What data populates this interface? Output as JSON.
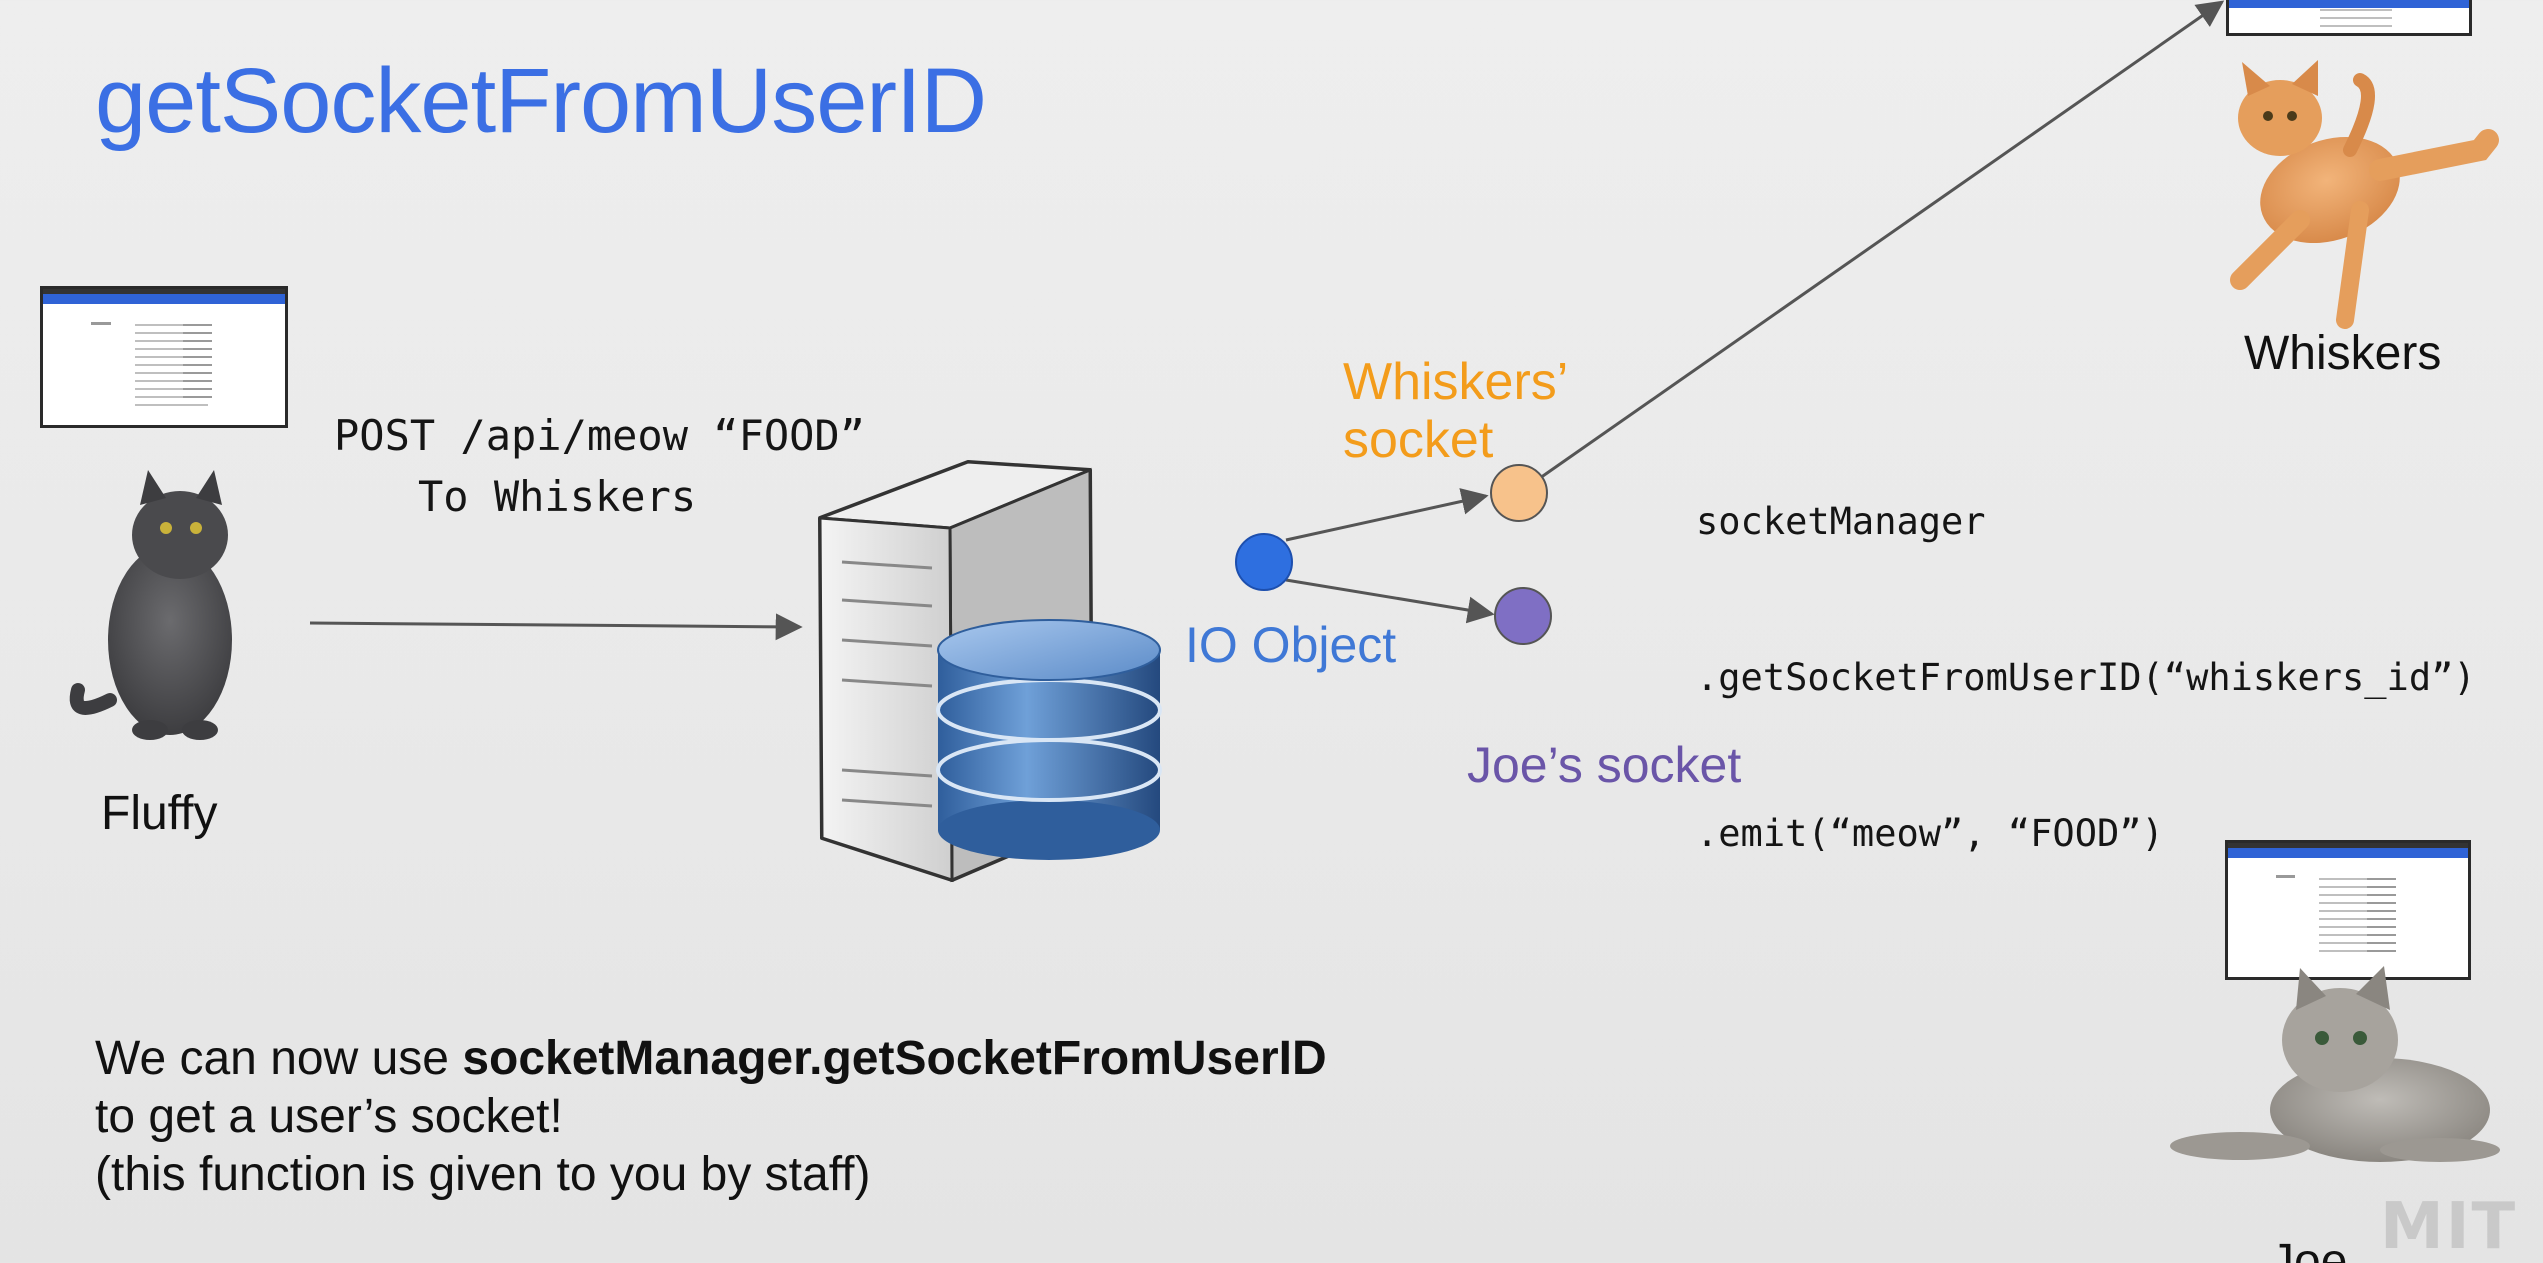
{
  "slide": {
    "title": "getSocketFromUserID",
    "request": {
      "line1": "POST /api/meow “FOOD”",
      "line2": "To Whiskers"
    },
    "code": {
      "line1": "socketManager",
      "line2": ".getSocketFromUserID(“whiskers_id”)",
      "line3": ".emit(“meow”, “FOOD”)"
    },
    "labels": {
      "fluffy": "Fluffy",
      "whiskers": "Whiskers",
      "joe_cat": "Joe",
      "whiskers_socket_line1": "Whiskers’",
      "whiskers_socket_line2": "socket",
      "io_object": "IO Object",
      "joes_socket": "Joe’s socket"
    },
    "note": {
      "line1_prefix": "We can now use ",
      "line1_bold": "socketManager.getSocketFromUserID",
      "line2": "to get a user’s socket!",
      "line3": "(this function is given to you by staff)"
    },
    "watermark": "MIT",
    "colors": {
      "title": "#3b6fe4",
      "whiskers_socket": "#f39c1b",
      "io_object": "#3f78d6",
      "joes_socket": "#6a55a8",
      "io_node": "#2e6fe0",
      "whiskers_node": "#f7c28b",
      "joe_node": "#7f6fc4"
    },
    "icons": [
      "cat-fluffy-image",
      "cat-whiskers-image",
      "cat-joe-image",
      "server-database-icon",
      "browser-window-icon"
    ]
  }
}
